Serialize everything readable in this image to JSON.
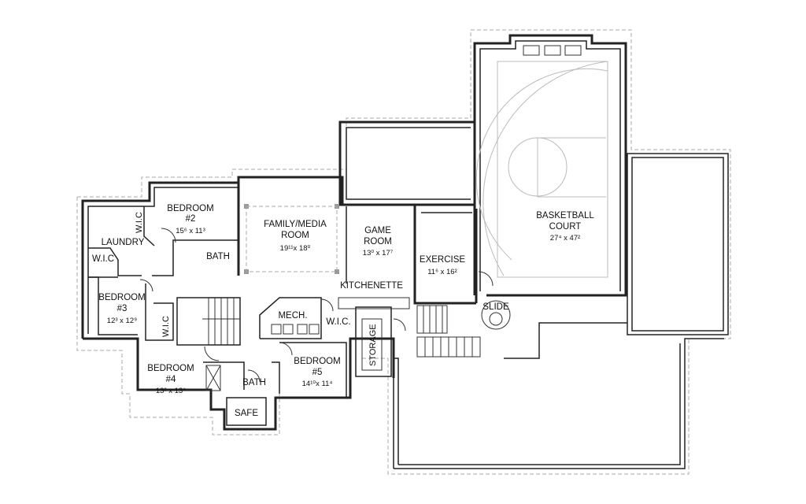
{
  "rooms": {
    "bedroom2": {
      "line1": "BEDROOM",
      "line2": "#2",
      "dim": "15⁶ x 11³"
    },
    "family": {
      "line1": "FAMILY/MEDIA",
      "line2": "ROOM",
      "dim": "19¹¹x 18⁰"
    },
    "game": {
      "line1": "GAME",
      "line2": "ROOM",
      "dim": "13⁰ x 17⁷"
    },
    "exercise": {
      "line1": "EXERCISE",
      "dim": "11⁶ x 16²"
    },
    "court": {
      "line1": "BASKETBALL",
      "line2": "COURT",
      "dim": "27⁴ x 47²"
    },
    "bedroom3": {
      "line1": "BEDROOM",
      "line2": "#3",
      "dim": "12³ x 12⁹"
    },
    "bedroom4": {
      "line1": "BEDROOM",
      "line2": "#4",
      "dim": "13² x 13⁸"
    },
    "bedroom5": {
      "line1": "BEDROOM",
      "line2": "#5",
      "dim": "14¹⁰x 11⁴"
    },
    "laundry": "LAUNDRY",
    "wic1": "W.I.C",
    "wic2": "W.I.C",
    "wic3": "W.I.C",
    "wic4": "W.I.C.",
    "bath1": "BATH",
    "bath2": "BATH",
    "mech": "MECH.",
    "kitchenette": "KITCHENETTE",
    "storage": "STORAGE",
    "slide": "SLIDE",
    "safe": "SAFE"
  }
}
